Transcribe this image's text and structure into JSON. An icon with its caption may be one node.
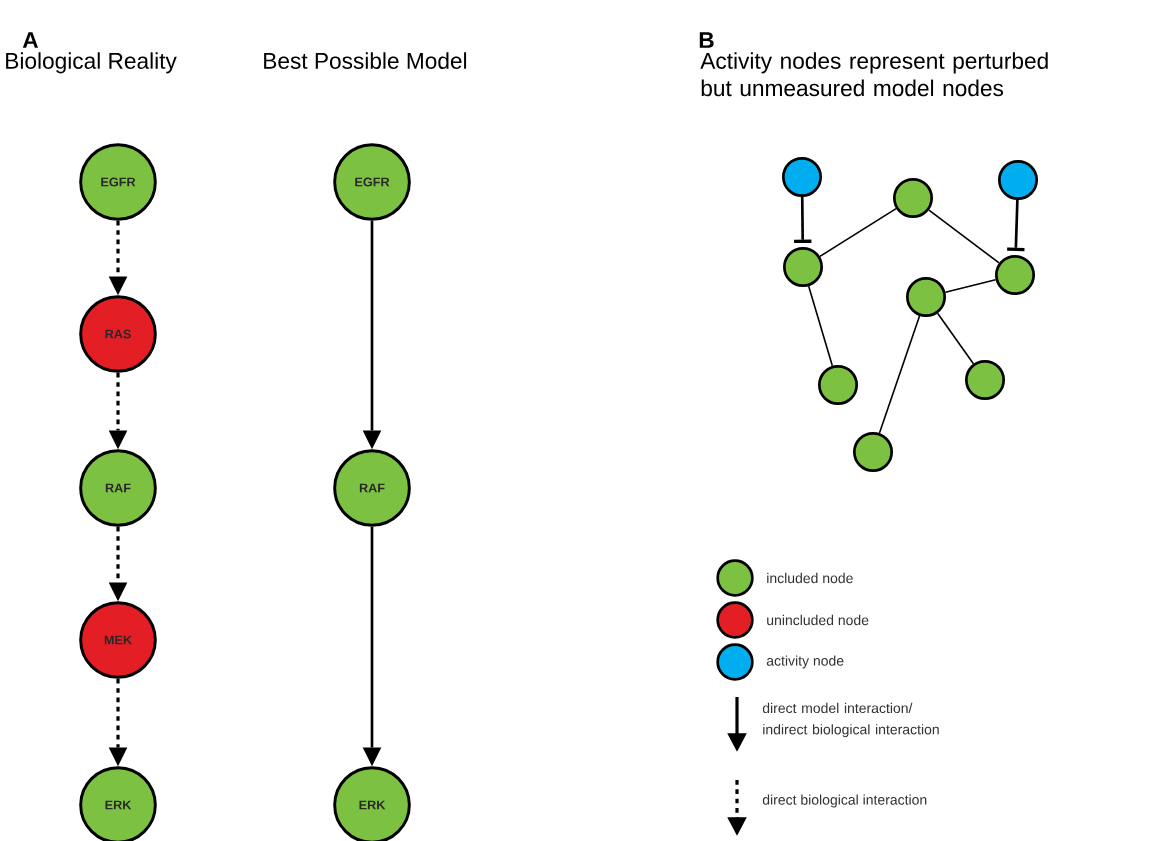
{
  "diagram": {
    "nodes": [
      {
        "text": [
          "EGFR"
        ]
      },
      {
        "text": [
          "RAS"
        ]
      },
      {
        "text": [
          "RAF"
        ]
      },
      {
        "text": [
          "MEK"
        ]
      },
      {
        "text": [
          "ERK"
        ]
      },
      {
        "text": [
          "EGFR"
        ]
      },
      {
        "text": [
          "RAF"
        ]
      },
      {
        "text": [
          "ERK"
        ]
      },
      {
        "text": [],
        "shape": "circle"
      },
      {
        "text": [],
        "shape": "circle"
      },
      {
        "text": [],
        "shape": "circle"
      },
      {
        "text": [],
        "shape": "circle"
      },
      {
        "text": [],
        "shape": "circle"
      },
      {
        "text": [],
        "shape": "circle"
      },
      {
        "text": [],
        "shape": "circle"
      },
      {
        "text": [],
        "shape": "circle"
      },
      {
        "text": [],
        "shape": "circle"
      }
    ],
    "edges": [
      {
        "from": 0,
        "to": 1,
        "arrow": "to",
        "style": "dashed"
      },
      {
        "from": 1,
        "to": 2,
        "arrow": "to",
        "style": "dashed"
      },
      {
        "from": 2,
        "to": 3,
        "arrow": "to",
        "style": "dashed"
      },
      {
        "from": 3,
        "to": 4,
        "arrow": "to",
        "style": "dashed"
      },
      {
        "from": 5,
        "to": 6,
        "arrow": "to"
      },
      {
        "from": 6,
        "to": 7,
        "arrow": "to"
      },
      {
        "from": 8,
        "to": 11,
        "arrow": "other"
      },
      {
        "from": 10,
        "to": 12,
        "arrow": "other"
      },
      {
        "from": 11,
        "to": 9,
        "arrow": "none"
      },
      {
        "from": 9,
        "to": 12,
        "arrow": "none"
      },
      {
        "from": 13,
        "to": 12,
        "arrow": "none"
      },
      {
        "from": 11,
        "to": 14,
        "arrow": "none"
      },
      {
        "from": 13,
        "to": 15,
        "arrow": "none"
      },
      {
        "from": 13,
        "to": 16,
        "arrow": "none"
      }
    ],
    "labels": [
      "A",
      "B",
      "Biological Reality",
      "Best Possible Model",
      "Activity nodes represent perturbed but unmeasured model nodes"
    ],
    "legend": [
      {
        "text": "included node",
        "color": "#7dc142"
      },
      {
        "text": "unincluded node",
        "color": "#e31e24"
      },
      {
        "text": "activity node",
        "color": "#00aeef"
      },
      {
        "text": "direct model interaction/ indirect biological interaction"
      },
      {
        "text": "direct biological interaction"
      }
    ]
  }
}
